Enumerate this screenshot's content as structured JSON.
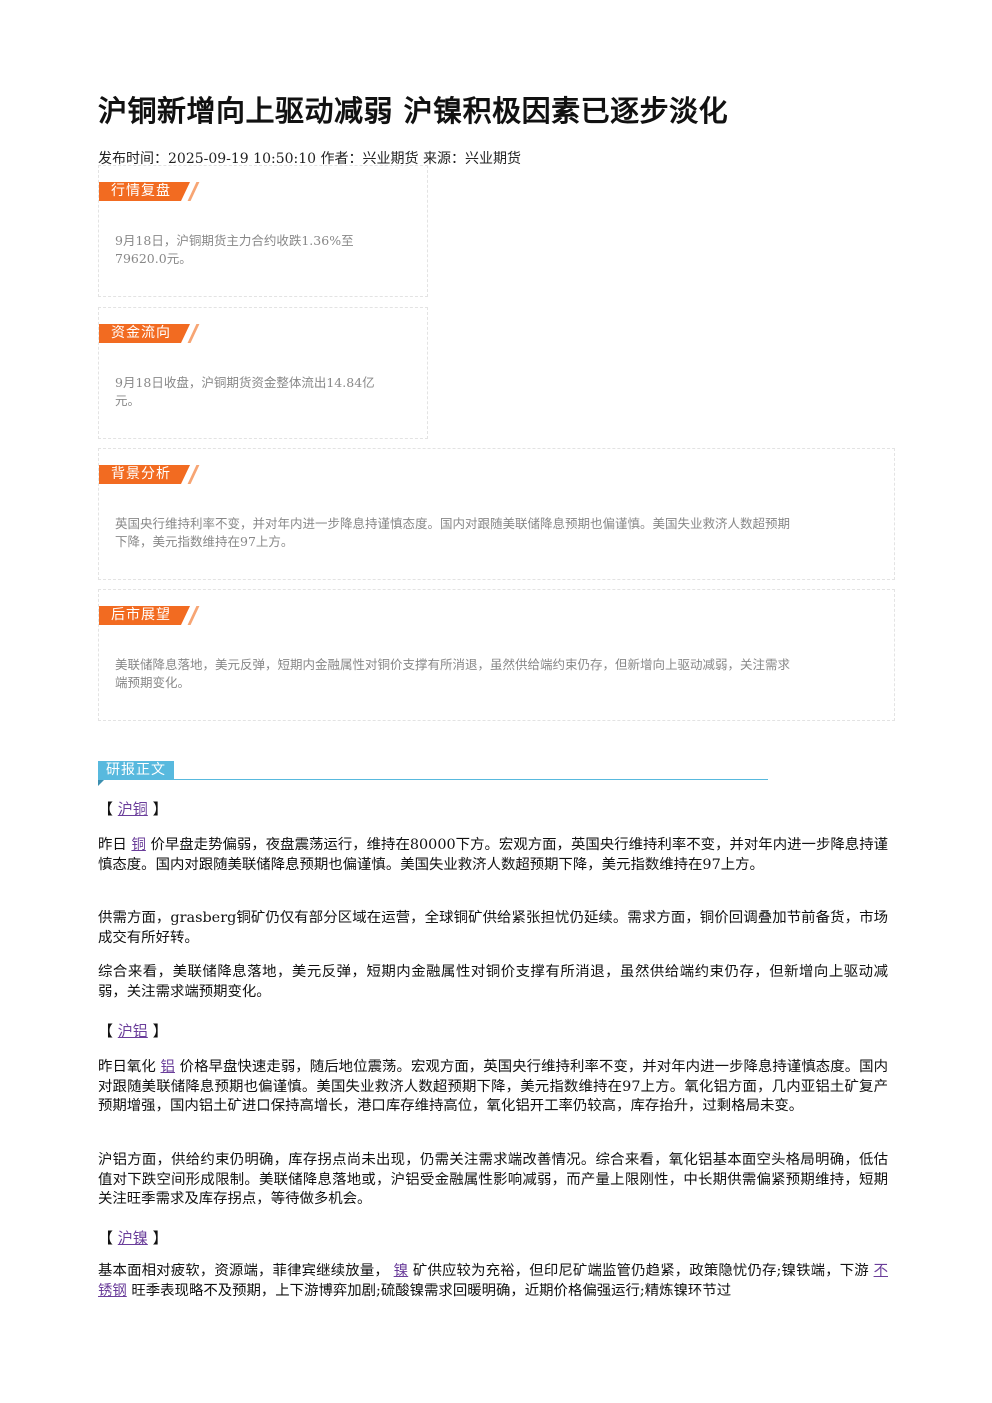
{
  "title": "沪铜新增向上驱动减弱 沪镍积极因素已逐步淡化",
  "meta": "发布时间：2025-09-19 10:50:10 作者：兴业期货 来源：兴业期货",
  "boxes": [
    {
      "tag": "行情复盘",
      "line1": "9月18日，沪铜期货主力合约收跌1.36%至",
      "line2": "79620.0元。"
    },
    {
      "tag": "资金流向",
      "line1": "9月18日收盘，沪铜期货资金整体流出14.84亿",
      "line2": "元。"
    },
    {
      "tag": "背景分析",
      "line1": "英国央行维持利率不变，并对年内进一步降息持谨慎态度。国内对跟随美联储降息预期也偏谨慎。美国失业救济人数超预期",
      "line2": "下降，美元指数维持在97上方。"
    },
    {
      "tag": "后市展望",
      "line1": "美联储降息落地，美元反弹，短期内金融属性对铜价支撑有所消退，虽然供给端约束仍存，但新增向上驱动减弱，关注需求",
      "line2": "端预期变化。"
    }
  ],
  "report_tag": "研报正文",
  "sections": {
    "copper": {
      "bracket_open": "【",
      "name": "沪铜",
      "bracket_close": "】",
      "p1_pre": "昨日",
      "p1_link": "铜",
      "p1_post": "价早盘走势偏弱，夜盘震荡运行，维持在80000下方。宏观方面，英国央行维持利率不变，并对年内进一步降息持谨慎态度。国内对跟随美联储降息预期也偏谨慎。美国失业救济人数超预期下降，美元指数维持在97上方。",
      "p2": "供需方面，grasberg铜矿仍仅有部分区域在运营，全球铜矿供给紧张担忧仍延续。需求方面，铜价回调叠加节前备货，市场成交有所好转。",
      "p3": "综合来看，美联储降息落地，美元反弹，短期内金融属性对铜价支撑有所消退，虽然供给端约束仍存，但新增向上驱动减弱，关注需求端预期变化。"
    },
    "aluminum": {
      "bracket_open": "【",
      "name": "沪铝",
      "bracket_close": "】",
      "p1_pre": "昨日氧化",
      "p1_link": "铝",
      "p1_post": "价格早盘快速走弱，随后地位震荡。宏观方面，英国央行维持利率不变，并对年内进一步降息持谨慎态度。国内对跟随美联储降息预期也偏谨慎。美国失业救济人数超预期下降，美元指数维持在97上方。氧化铝方面，几内亚铝土矿复产预期增强，国内铝土矿进口保持高增长，港口库存维持高位，氧化铝开工率仍较高，库存抬升，过剩格局未变。",
      "p2": "沪铝方面，供给约束仍明确，库存拐点尚未出现，仍需关注需求端改善情况。综合来看，氧化铝基本面空头格局明确，低估值对下跌空间形成限制。美联储降息落地或，沪铝受金融属性影响减弱，而产量上限刚性，中长期供需偏紧预期维持，短期关注旺季需求及库存拐点，等待做多机会。"
    },
    "nickel": {
      "bracket_open": "【",
      "name": "沪镍",
      "bracket_close": "】",
      "p1_pre": "基本面相对疲软，资源端，菲律宾继续放量，",
      "p1_link": "镍",
      "p1_mid": "矿供应较为充裕，但印尼矿端监管仍趋紧，政策隐忧仍存;镍铁端，下游",
      "p1_link2": "不锈钢",
      "p1_post": "旺季表现略不及预期，上下游博弈加剧;硫酸镍需求回暖明确，近期价格偏强运行;精炼镍环节过"
    }
  }
}
